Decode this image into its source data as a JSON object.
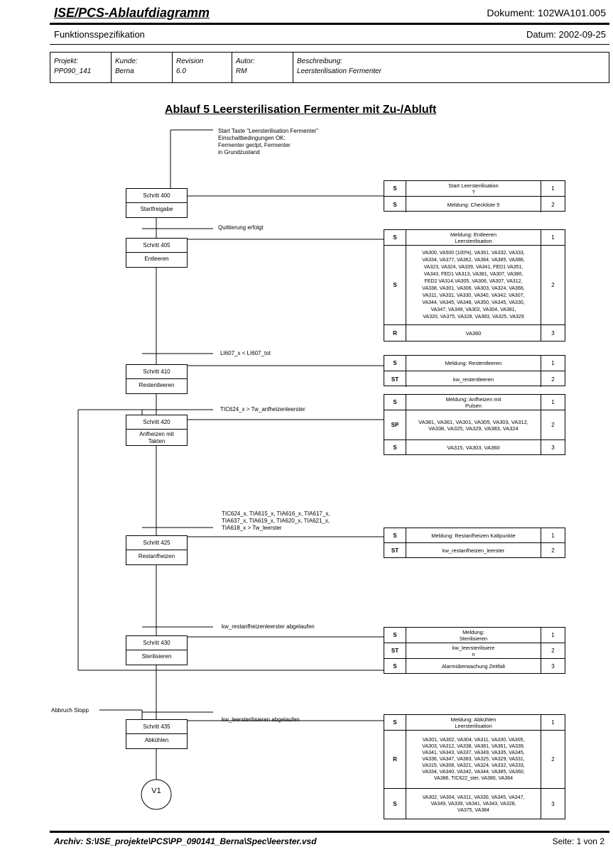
{
  "header": {
    "title": "ISE/PCS-Ablaufdiagramm",
    "document": "Dokument: 102WA101.005",
    "subtitle": "Funktionsspezifikation",
    "date": "Datum: 2002-09-25"
  },
  "meta": [
    {
      "label": "Projekt:",
      "value": "PP090_141"
    },
    {
      "label": "Kunde:",
      "value": "Berna"
    },
    {
      "label": "Revision",
      "value": "6.0"
    },
    {
      "label": "Autor:",
      "value": "RM"
    },
    {
      "label": "Beschreibung:",
      "value": "Leersterilisation Fermenter"
    }
  ],
  "diagram_title": "Ablauf 5 Leersterilisation Fermenter mit Zu-/Abluft",
  "notes": {
    "start": "Start Taste \"Leersterilisation Fermenter\"\nEinschaltbedingungen OK:\nFermenter geclpt, Fermenter\nin Grundzustand",
    "t405": "Quittierung erfolgt",
    "t410": "LI607_x < LI607_tot",
    "t420": "TIC624_x > Tw_anfheizenleerster",
    "t425": "TIC624_x, TIA615_x, TIA616_x, TIA617_x,\nTIA637_x, TIA619_x, TIA620_x, TIA621_x,\nTIA618_x > Tw_leerster",
    "t430": "kw_restanfheizenleerster abgelaufen",
    "t435": "kw_leersterilisieren abgelaufen",
    "abort": "Abbruch Stopp"
  },
  "steps": [
    {
      "num": "Schritt 400",
      "name": "Startfreigabe"
    },
    {
      "num": "Schritt 405",
      "name": "Entleeren"
    },
    {
      "num": "Schritt 410",
      "name": "Restentleeren"
    },
    {
      "num": "Schritt 420",
      "name": "Anfheizen mit\nTakten"
    },
    {
      "num": "Schritt 425",
      "name": "Restanfheizen"
    },
    {
      "num": "Schritt 430",
      "name": "Sterilisieren"
    },
    {
      "num": "Schritt 435",
      "name": "Abkühlen"
    }
  ],
  "end_connector": "V1",
  "tables": [
    {
      "rows": [
        {
          "type": "S",
          "text": "Start Leersterilisation\n?",
          "n": "1"
        },
        {
          "type": "S",
          "text": "Meldung: Checkliste 5",
          "n": "2"
        }
      ]
    },
    {
      "rows": [
        {
          "type": "S",
          "text": "Meldung: Entleeren\nLeersterilisation",
          "n": "1"
        },
        {
          "type": "S",
          "text": "VA300, VA500 (100%), VA361, VA332, VA333,\nVA334, VA377, VA362, VA384, VA385, VA386,\nVA323, VA324, VA339, VA341, FED1 VA351,\nVA343, FED1 VA313, VA381, VA307, VA380,\nFED2 VA314,VA305, VA306, VA307, VA312,\nVA338, VA301, VA306, VA303, VA324, VA366,\nVA311, VA331, VA330, VA340, VA342, VA307,\nVA344, VA345, VA348, VA350, VA345, VA330,\nVA347, VA349, VA302, VA304, VA381,\nVA320, VA375, VA328, VA383, VA325, VA329",
          "n": "2"
        },
        {
          "type": "R",
          "text": "VA360",
          "n": "3"
        }
      ]
    },
    {
      "rows": [
        {
          "type": "S",
          "text": "Meldung: Restentleeren",
          "n": "1"
        },
        {
          "type": "ST",
          "text": "kw_restentleeren",
          "n": "2"
        }
      ]
    },
    {
      "rows": [
        {
          "type": "S",
          "text": "Meldung: Anfheizen mit\nPulsen",
          "n": "1"
        },
        {
          "type": "SP",
          "text": "VA381, VA361, VA301, VA305, VA303, VA312,\nVA338, VA325, VA329, VA383, VA324",
          "n": "2"
        },
        {
          "type": "S",
          "text": "VA315, VA303, VA360",
          "n": "3"
        }
      ]
    },
    {
      "rows": [
        {
          "type": "S",
          "text": "Meldung: Restanfheizen Kaltpunkte",
          "n": "1"
        },
        {
          "type": "ST",
          "text": "kw_restanfheizen_leerster",
          "n": "2"
        }
      ]
    },
    {
      "rows": [
        {
          "type": "S",
          "text": "Meldung:\nSterilisieren",
          "n": "1"
        },
        {
          "type": "ST",
          "text": "kw_leersterilisiere\nn",
          "n": "2"
        },
        {
          "type": "S",
          "text": "Alarmüberwachung Zeitfalt",
          "n": "3"
        }
      ]
    },
    {
      "rows": [
        {
          "type": "S",
          "text": "Meldung: Abkühlen\nLeersterilisation",
          "n": "1"
        },
        {
          "type": "R",
          "text": "VA301, VA302, VA304, VA311, VA330, VA305,\nVA303, VA312, VA338, VA381, VA361, VA339,\nVA341, VA343, VA337, VA349, VA335, VA345,\nVA336, VA347, VA383, VA325, VA329, VA331,\nVA315, VA308, VA321, VA324, VA332, VA333,\nVA334, VA340, VA342, VA344, VA385, VA360,\nVA386, TIC622_ster, VA380, VA364",
          "n": "2"
        },
        {
          "type": "S",
          "text": "VA302, VA304, VA311, VA330, VA345, VA347,\nVA349, VA339, VA341, VA343, VA328,\nVA375, VA384",
          "n": "3"
        }
      ]
    }
  ],
  "footer": {
    "archive": "Archiv: S:\\ISE_projekte\\PCS\\PP_090141_Berna\\Spec\\leerster.vsd",
    "page": "Seite:  1 von 2"
  }
}
